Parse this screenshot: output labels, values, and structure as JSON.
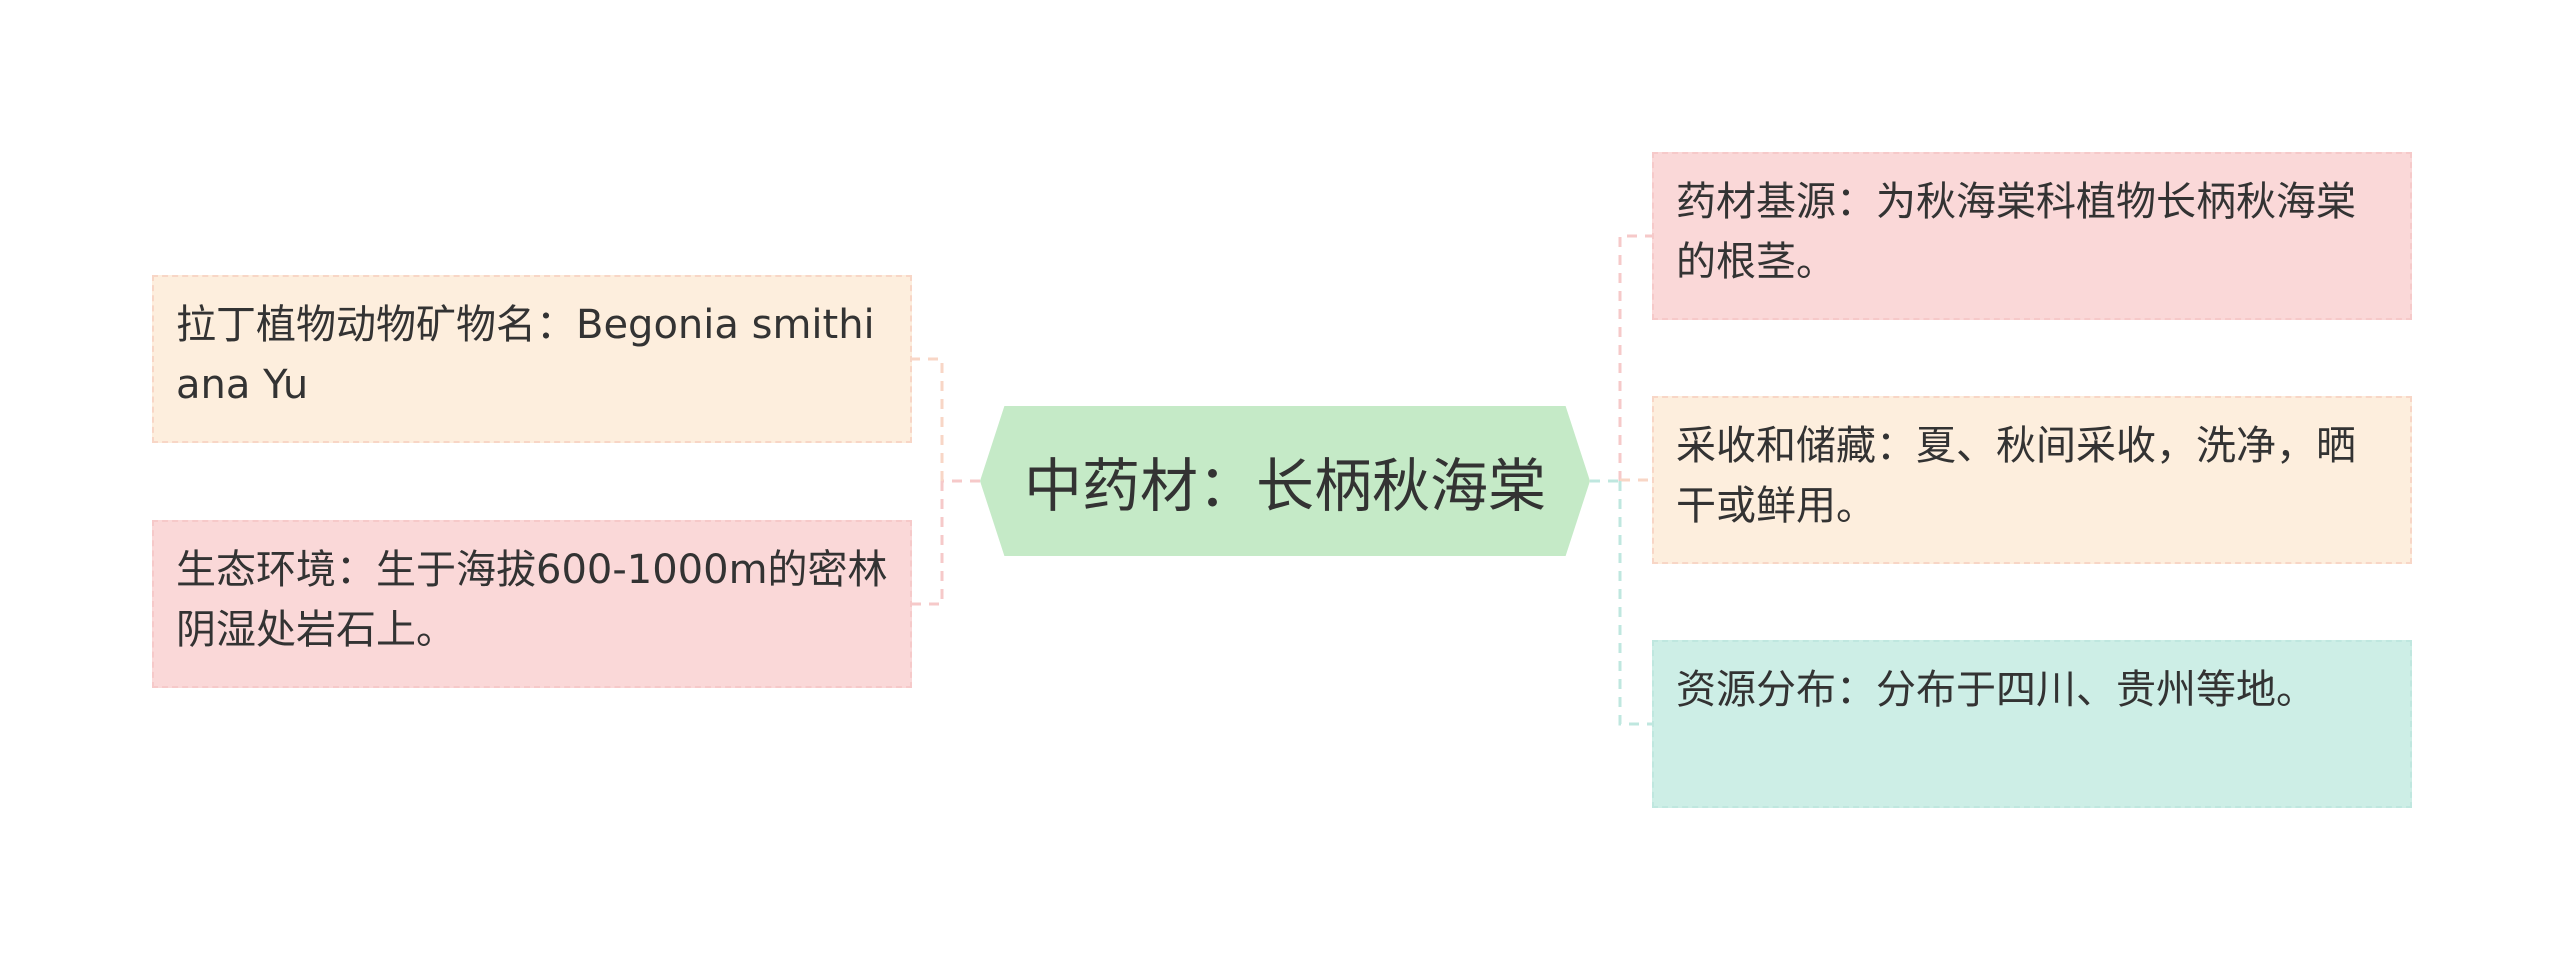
{
  "colors": {
    "center_fill": "#c5eac7",
    "peach_fill": "#fdeedd",
    "pink_fill": "#fad8d8",
    "mint_fill": "#cdeee6",
    "peach_line": "#f8d6c6",
    "pink_line": "#f6c9c9",
    "mint_line": "#bfe7df",
    "text": "#333333"
  },
  "center": {
    "label": "中药材：长柄秋海棠"
  },
  "left_branches": [
    {
      "label": "拉丁植物动物矿物名：Begonia smithiana Yu",
      "color": "peach"
    },
    {
      "label": "生态环境：生于海拔600-1000m的密林阴湿处岩石上。",
      "color": "pink"
    }
  ],
  "right_branches": [
    {
      "label": "药材基源：为秋海棠科植物长柄秋海棠的根茎。",
      "color": "pink"
    },
    {
      "label": "采收和储藏：夏、秋间采收，洗净，晒干或鲜用。",
      "color": "peach"
    },
    {
      "label": "资源分布：分布于四川、贵州等地。",
      "color": "mint"
    }
  ]
}
